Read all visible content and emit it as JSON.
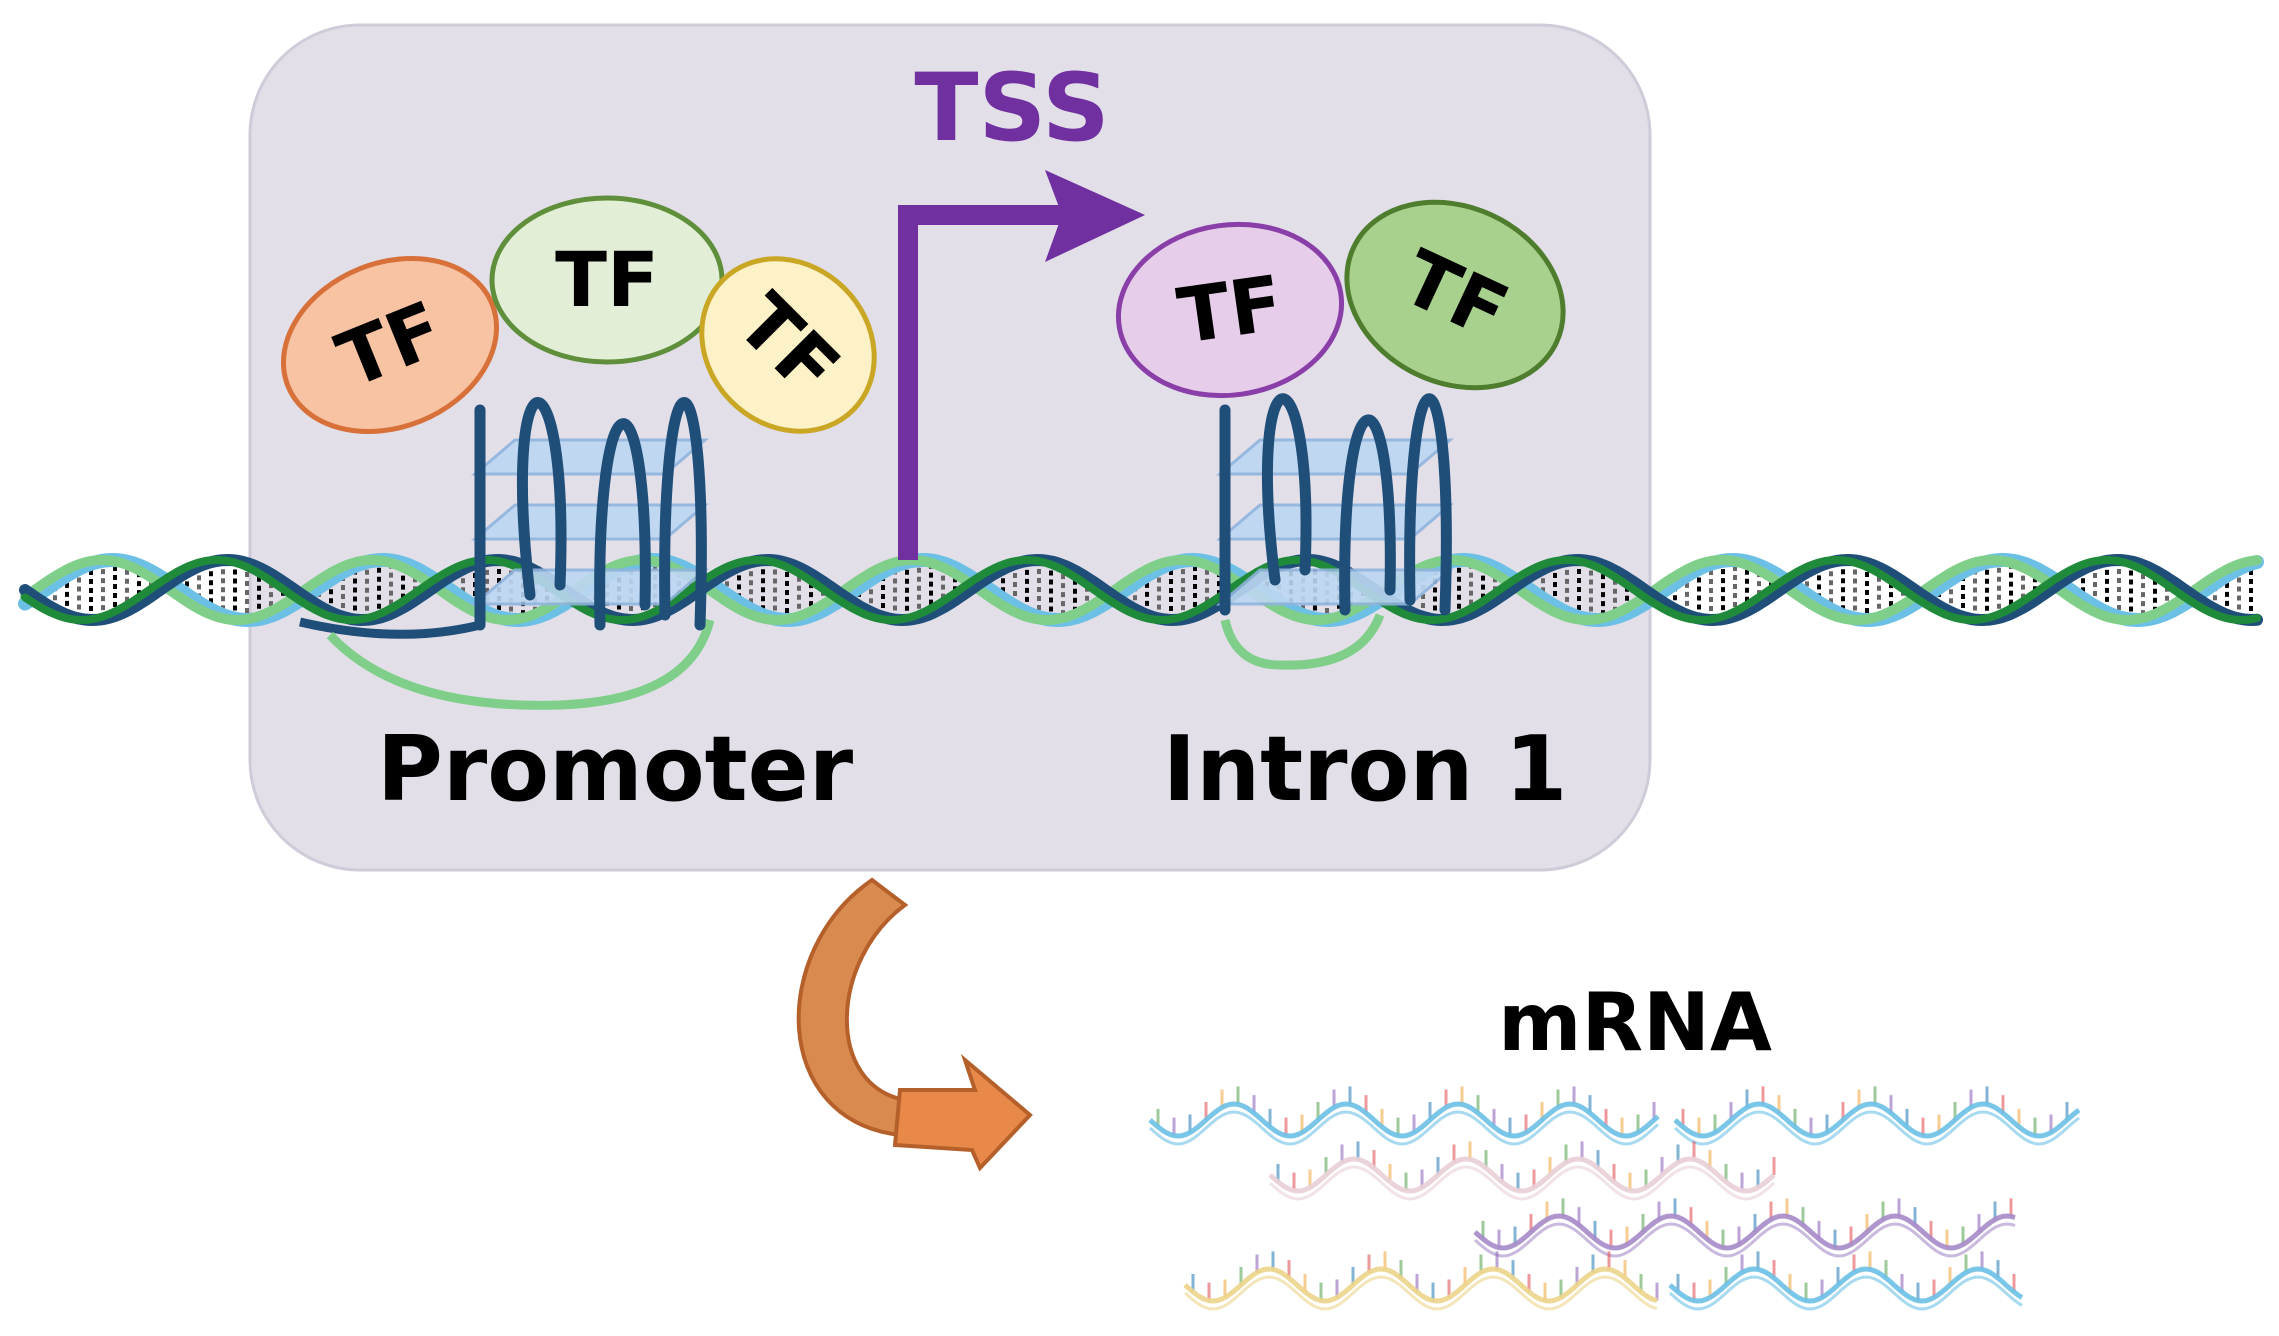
{
  "labels": {
    "tss": "TSS",
    "promoter": "Promoter",
    "intron": "Intron 1",
    "mrna": "mRNA",
    "tf": "TF"
  },
  "colors": {
    "panel_fill": "#e2dfe9",
    "panel_stroke": "#cfcbd9",
    "tss_purple": "#7030a0",
    "dna_dark_blue": "#1f4e79",
    "dna_light_blue": "#6cc0e6",
    "dna_green": "#1e8a3a",
    "dna_light_green": "#7fcf8a",
    "g4_plate": "#bcd7f2",
    "curved_arrow": "#c5763a"
  },
  "transcription_factors": [
    {
      "id": "tf-1",
      "fill": "#f7c3a3",
      "stroke": "#d8703a"
    },
    {
      "id": "tf-2",
      "fill": "#e2efd6",
      "stroke": "#5f8f3a"
    },
    {
      "id": "tf-3",
      "fill": "#fdf1c8",
      "stroke": "#c9a624"
    },
    {
      "id": "tf-4",
      "fill": "#e6cdea",
      "stroke": "#8a3ea8"
    },
    {
      "id": "tf-5",
      "fill": "#a9d18e",
      "stroke": "#4e7d2d"
    }
  ],
  "mrna_strands": [
    {
      "id": "mrna-1",
      "color": "#6cc0e6"
    },
    {
      "id": "mrna-2",
      "color": "#6cc0e6"
    },
    {
      "id": "mrna-3",
      "color": "#e8cfd6"
    },
    {
      "id": "mrna-4",
      "color": "#a58ac8"
    },
    {
      "id": "mrna-5",
      "color": "#ecd48a"
    },
    {
      "id": "mrna-6",
      "color": "#6cc0e6"
    }
  ]
}
